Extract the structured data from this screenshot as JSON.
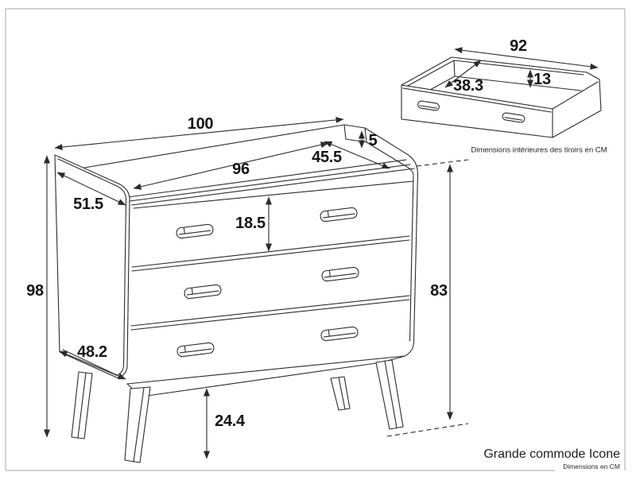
{
  "drawing": {
    "commode": {
      "dims": {
        "overall_width": "100",
        "top_inner_width": "96",
        "top_depth": "45.5",
        "top_thickness": "5",
        "side_top_depth": "51.5",
        "drawer_front_height": "18.5",
        "overall_height": "98",
        "side_bottom_depth": "48.2",
        "leg_height": "24.4",
        "body_height": "83"
      }
    },
    "drawer_detail": {
      "dims": {
        "inner_width": "92",
        "inner_depth": "38.3",
        "inner_height": "13"
      },
      "caption": "Dimensions intérieures des tiroirs en CM"
    },
    "footer": {
      "title": "Grande commode Icone",
      "units_note": "Dimensions en CM"
    },
    "colors": {
      "line": "#2b2b2b",
      "frame": "#b6b6bc",
      "background": "#ffffff"
    }
  }
}
